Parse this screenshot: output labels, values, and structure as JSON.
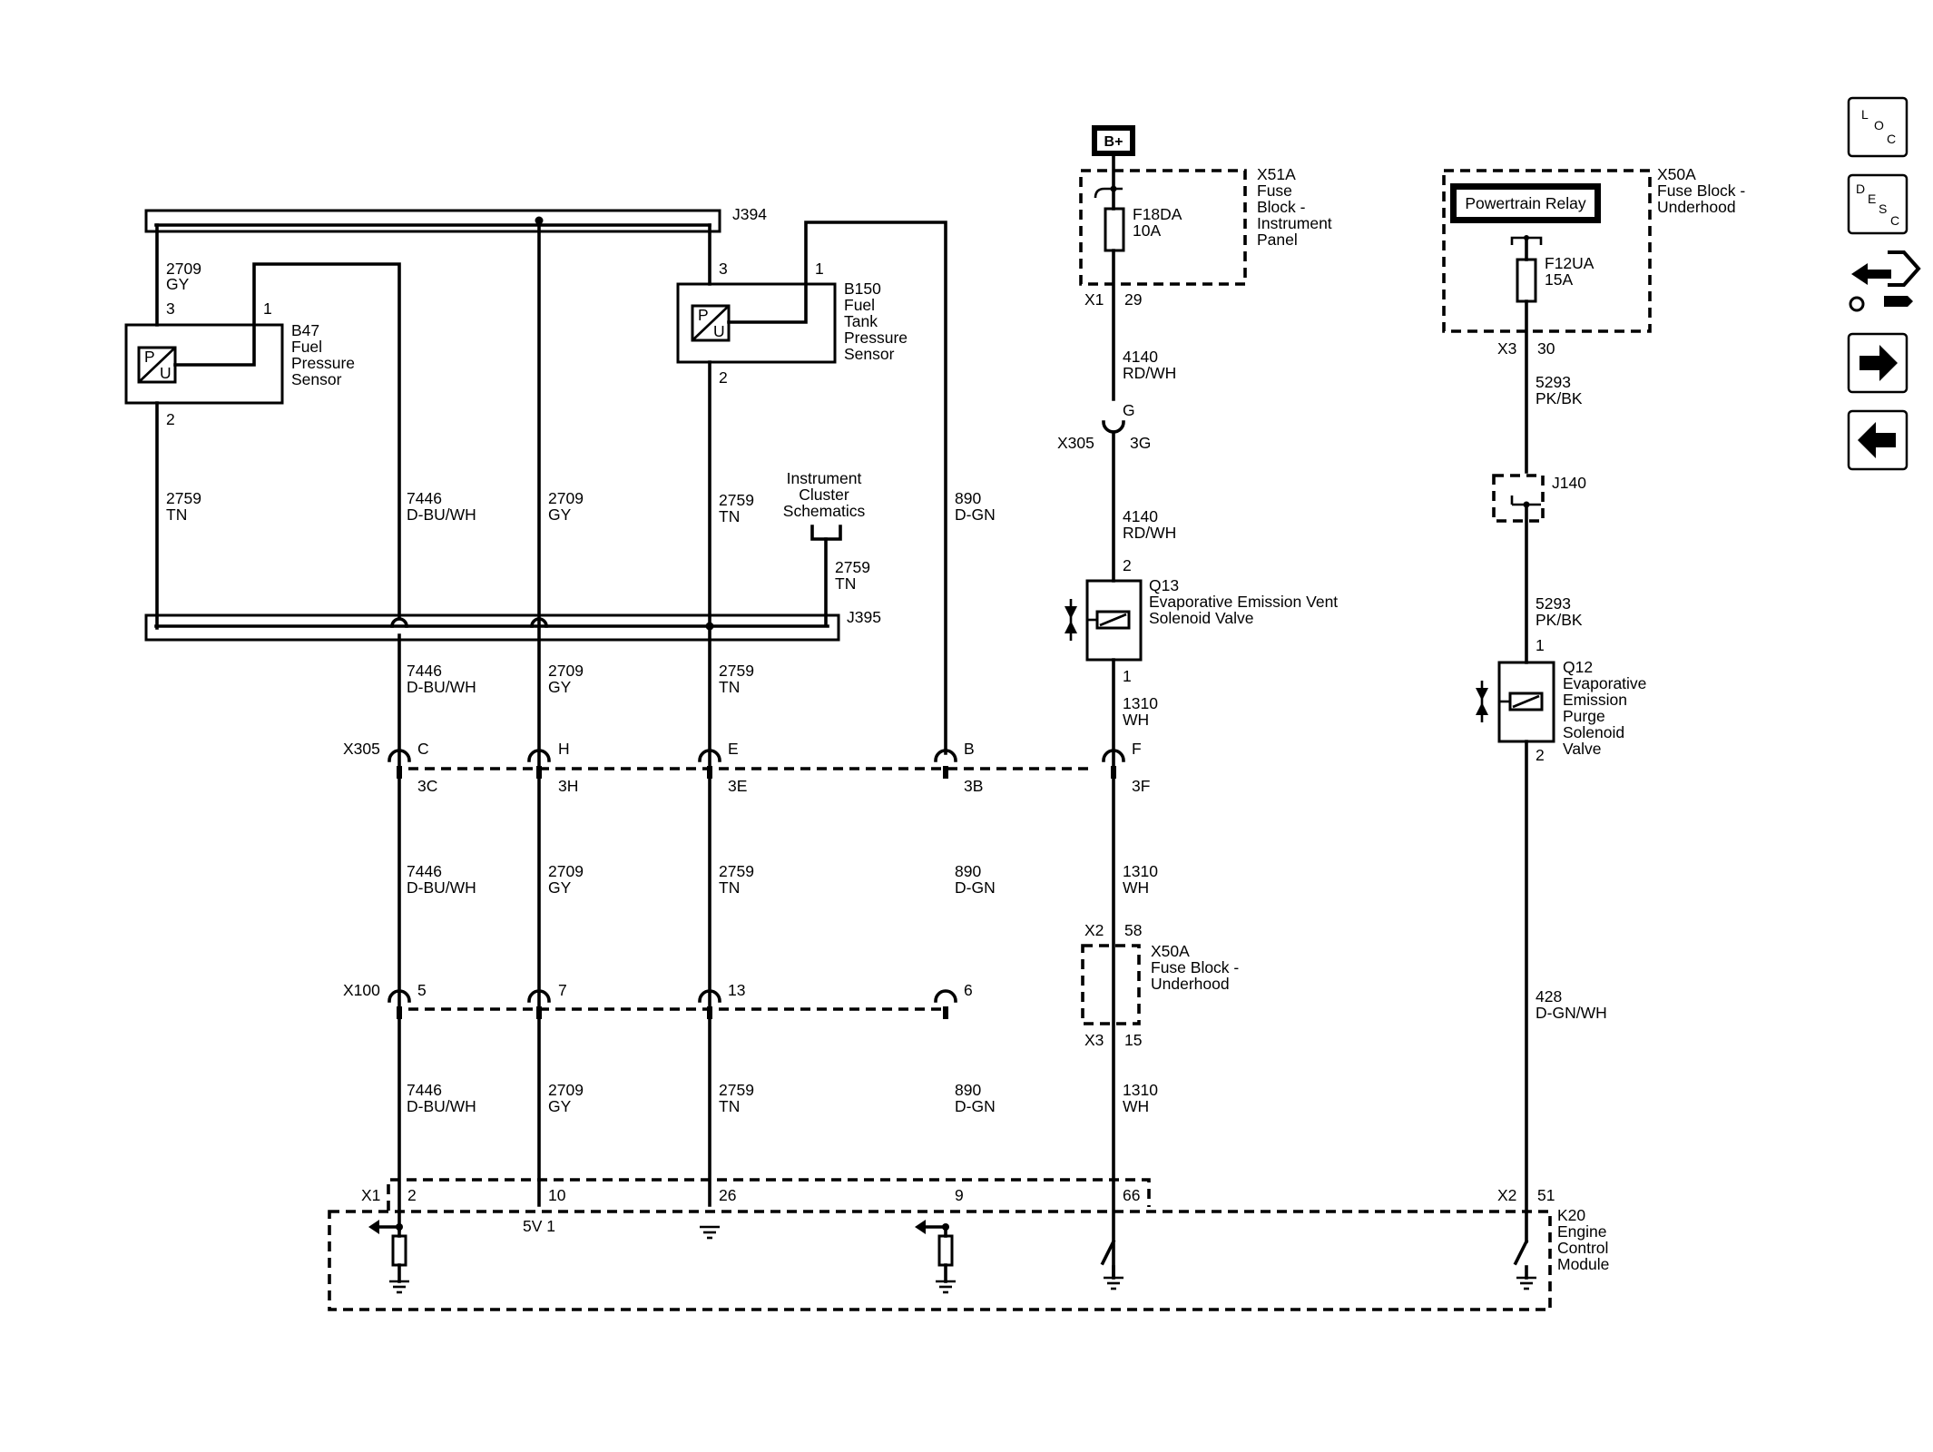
{
  "connectors": {
    "j394": "J394",
    "j395": "J395",
    "x305": "X305",
    "x100": "X100",
    "x51a": "X51A",
    "x50a_top": "X50A",
    "x50a_mid": "X50A",
    "j140": "J140"
  },
  "components": {
    "b47": {
      "id": "B47",
      "lines": [
        "Fuel",
        "Pressure",
        "Sensor"
      ]
    },
    "b150": {
      "id": "B150",
      "lines": [
        "Fuel",
        "Tank",
        "Pressure",
        "Sensor"
      ]
    },
    "instrument_cluster": [
      "Instrument",
      "Cluster",
      "Schematics"
    ],
    "q13": {
      "id": "Q13",
      "lines": [
        "Evaporative Emission Vent",
        "Solenoid Valve"
      ]
    },
    "q12": {
      "id": "Q12",
      "lines": [
        "Evaporative",
        "Emission",
        "Purge",
        "Solenoid",
        "Valve"
      ]
    },
    "x51a_desc": [
      "Fuse",
      "Block -",
      "Instrument",
      "Panel"
    ],
    "x50a_top_desc": [
      "Fuse Block -",
      "Underhood"
    ],
    "x50a_mid_desc": [
      "Fuse Block -",
      "Underhood"
    ],
    "k20": {
      "id": "K20",
      "lines": [
        "Engine",
        "Control",
        "Module"
      ]
    },
    "b_plus": "B+",
    "powertrain_relay": "Powertrain Relay",
    "f18da": {
      "id": "F18DA",
      "rating": "10A"
    },
    "f12ua": {
      "id": "F12UA",
      "rating": "15A"
    },
    "sensor_p": "P",
    "sensor_u": "U",
    "vref": "5V 1"
  },
  "wires": {
    "w2709_gy_top": [
      "2709",
      "GY"
    ],
    "w2759_tn_b47": [
      "2759",
      "TN"
    ],
    "w7446_a": [
      "7446",
      "D-BU/WH"
    ],
    "w2709_a": [
      "2709",
      "GY"
    ],
    "w2759_a": [
      "2759",
      "TN"
    ],
    "w890_a": [
      "890",
      "D-GN"
    ],
    "w2759_ic": [
      "2759",
      "TN"
    ],
    "w7446_b": [
      "7446",
      "D-BU/WH"
    ],
    "w2709_b": [
      "2709",
      "GY"
    ],
    "w2759_b": [
      "2759",
      "TN"
    ],
    "w7446_c": [
      "7446",
      "D-BU/WH"
    ],
    "w2709_c": [
      "2709",
      "GY"
    ],
    "w2759_c": [
      "2759",
      "TN"
    ],
    "w890_c": [
      "890",
      "D-GN"
    ],
    "w7446_d": [
      "7446",
      "D-BU/WH"
    ],
    "w2709_d": [
      "2709",
      "GY"
    ],
    "w2759_d": [
      "2759",
      "TN"
    ],
    "w890_d": [
      "890",
      "D-GN"
    ],
    "w4140_a": [
      "4140",
      "RD/WH"
    ],
    "w4140_b": [
      "4140",
      "RD/WH"
    ],
    "w1310_a": [
      "1310",
      "WH"
    ],
    "w1310_b": [
      "1310",
      "WH"
    ],
    "w1310_c": [
      "1310",
      "WH"
    ],
    "w5293_a": [
      "5293",
      "PK/BK"
    ],
    "w5293_b": [
      "5293",
      "PK/BK"
    ],
    "w428": [
      "428",
      "D-GN/WH"
    ]
  },
  "pins": {
    "b47_3": "3",
    "b47_1": "1",
    "b47_2": "2",
    "b150_3": "3",
    "b150_1": "1",
    "b150_2": "2",
    "x305_c": "C",
    "x305_h": "H",
    "x305_e": "E",
    "x305_b": "B",
    "x305_f": "F",
    "x305_3c": "3C",
    "x305_3h": "3H",
    "x305_3e": "3E",
    "x305_3b": "3B",
    "x305_3f": "3F",
    "x305_g": "G",
    "x305_3g": "3G",
    "x100_5": "5",
    "x100_7": "7",
    "x100_13": "13",
    "x100_6": "6",
    "x1_label": "X1",
    "x1_29": "29",
    "x3_label": "X3",
    "x3_30": "30",
    "q13_2": "2",
    "q13_1": "1",
    "q12_1": "1",
    "q12_2": "2",
    "x2_mid": "X2",
    "x2_58": "58",
    "x3_mid": "X3",
    "x3_15": "15",
    "k20_x1": "X1",
    "k20_2": "2",
    "k20_10": "10",
    "k20_26": "26",
    "k20_9": "9",
    "k20_66": "66",
    "k20_x2": "X2",
    "k20_51": "51"
  },
  "nav_buttons": {
    "loc": [
      "L",
      "O",
      "C"
    ],
    "desc": [
      "D",
      "E",
      "S",
      "C"
    ]
  }
}
